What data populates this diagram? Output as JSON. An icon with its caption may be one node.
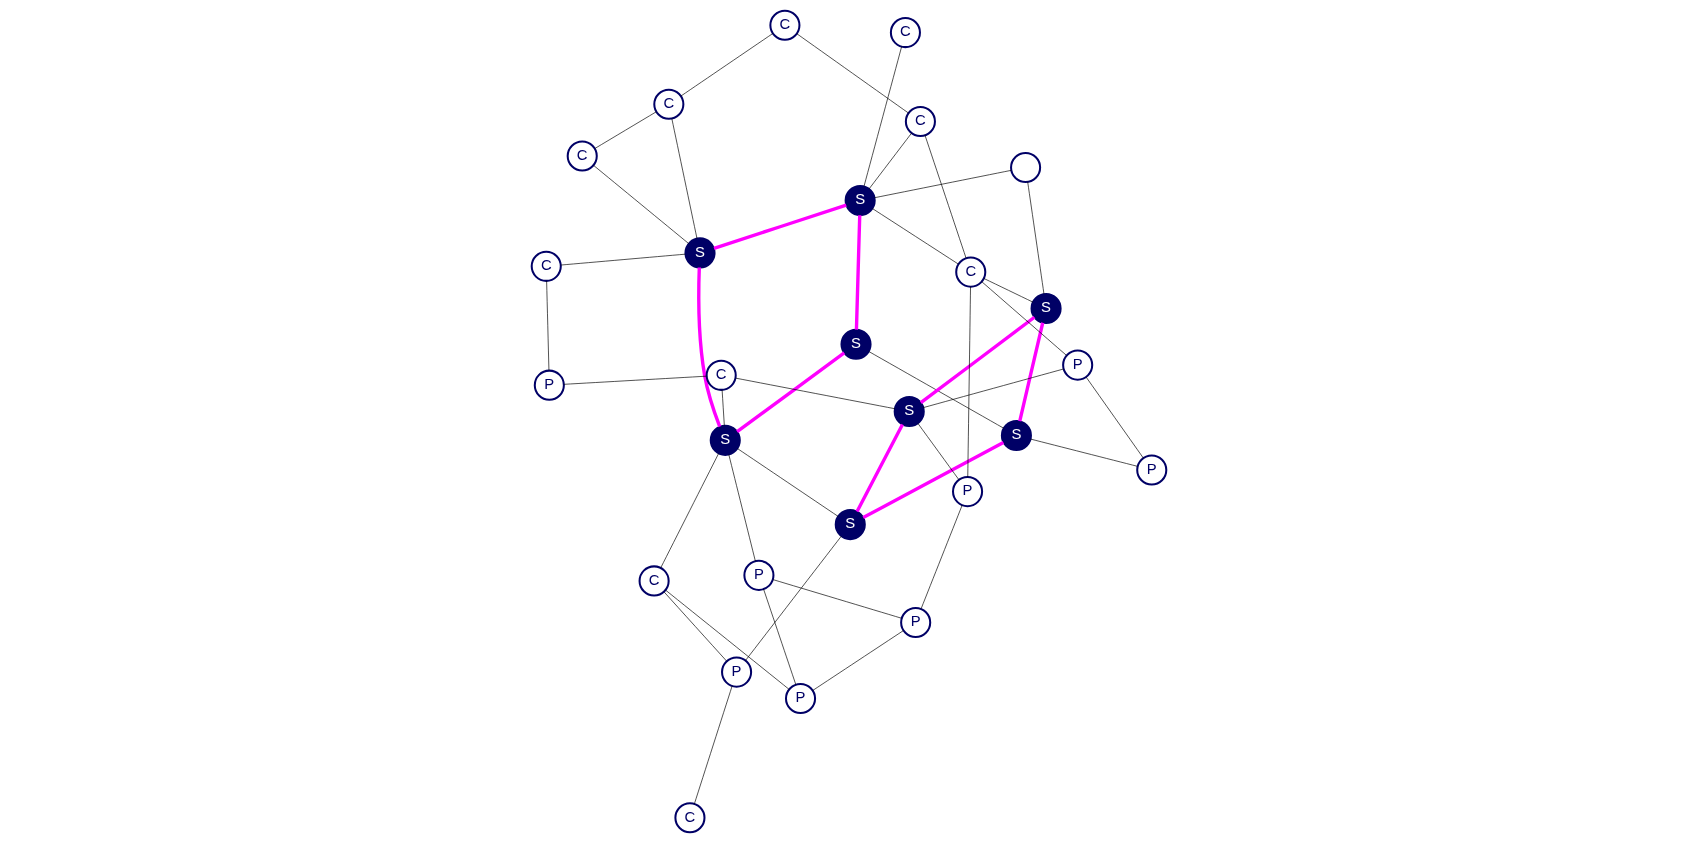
{
  "diagram": {
    "nodes": [
      {
        "text": [
          "P"
        ]
      },
      {
        "text": [
          "S"
        ]
      },
      {
        "text": [
          "S"
        ]
      },
      {
        "text": [
          "S"
        ]
      },
      {
        "text": [
          "P"
        ]
      },
      {
        "text": [
          "P"
        ]
      },
      {
        "text": [
          "S"
        ]
      },
      {
        "text": [
          "S"
        ]
      },
      {
        "text": [
          "S"
        ]
      },
      {
        "text": [
          "P"
        ]
      },
      {
        "text": [
          "P"
        ]
      },
      {
        "text": [
          "S"
        ]
      },
      {
        "text": [
          "S"
        ]
      },
      {
        "text": [],
        "shape": "circle"
      },
      {
        "text": [
          "C"
        ]
      },
      {
        "text": [
          "C"
        ]
      },
      {
        "text": [
          "C"
        ]
      },
      {
        "text": [
          "C"
        ]
      },
      {
        "text": [
          "C"
        ]
      },
      {
        "text": [
          "C"
        ]
      },
      {
        "text": [
          "P"
        ]
      },
      {
        "text": [
          "C"
        ]
      },
      {
        "text": [
          "C"
        ]
      },
      {
        "text": [
          "C"
        ]
      },
      {
        "text": [
          "C"
        ]
      },
      {
        "text": [
          "P"
        ]
      },
      {
        "text": [
          "P"
        ]
      }
    ],
    "edges": [
      {
        "from": 2,
        "to": 3,
        "arrow": "none",
        "style": "thick",
        "color": "#ff00ff"
      },
      {
        "from": 1,
        "to": 6,
        "arrow": "none",
        "style": "thick",
        "color": "#ff00ff"
      },
      {
        "from": 2,
        "to": 7,
        "arrow": "none",
        "style": "thick",
        "color": "#ff00ff"
      },
      {
        "from": 6,
        "to": 11,
        "arrow": "none",
        "style": "thick",
        "color": "#ff00ff"
      },
      {
        "from": 3,
        "to": 8,
        "arrow": "none",
        "style": "thick",
        "color": "#ff00ff"
      },
      {
        "from": 7,
        "to": 8,
        "arrow": "none",
        "style": "thick",
        "color": "#ff00ff"
      },
      {
        "from": 1,
        "to": 12,
        "arrow": "none",
        "style": "thick",
        "color": "#ff00ff"
      },
      {
        "from": 11,
        "to": 12,
        "arrow": "none",
        "style": "thick",
        "color": "#ff00ff"
      },
      {
        "from": 0,
        "to": 5,
        "arrow": "none"
      },
      {
        "from": 0,
        "to": 8,
        "arrow": "none"
      },
      {
        "from": 0,
        "to": 9,
        "arrow": "none"
      },
      {
        "from": 5,
        "to": 9,
        "arrow": "none"
      },
      {
        "from": 5,
        "to": 10,
        "arrow": "none"
      },
      {
        "from": 2,
        "to": 14,
        "arrow": "none"
      },
      {
        "from": 2,
        "to": 15,
        "arrow": "none"
      },
      {
        "from": 2,
        "to": 16,
        "arrow": "none"
      },
      {
        "from": 2,
        "to": 13,
        "arrow": "none"
      },
      {
        "from": 6,
        "to": 13,
        "arrow": "none"
      },
      {
        "from": 6,
        "to": 15,
        "arrow": "none"
      },
      {
        "from": 10,
        "to": 11,
        "arrow": "none"
      },
      {
        "from": 10,
        "to": 15,
        "arrow": "none"
      },
      {
        "from": 15,
        "to": 16,
        "arrow": "none"
      },
      {
        "from": 16,
        "to": 17,
        "arrow": "none"
      },
      {
        "from": 17,
        "to": 18,
        "arrow": "none"
      },
      {
        "from": 18,
        "to": 19,
        "arrow": "none"
      },
      {
        "from": 15,
        "to": 26,
        "arrow": "none"
      },
      {
        "from": 11,
        "to": 26,
        "arrow": "none"
      },
      {
        "from": 7,
        "to": 18,
        "arrow": "none"
      },
      {
        "from": 7,
        "to": 19,
        "arrow": "none"
      },
      {
        "from": 7,
        "to": 21,
        "arrow": "none"
      },
      {
        "from": 11,
        "to": 22,
        "arrow": "none"
      },
      {
        "from": 26,
        "to": 20,
        "arrow": "none"
      },
      {
        "from": 1,
        "to": 20,
        "arrow": "none"
      },
      {
        "from": 21,
        "to": 25,
        "arrow": "none"
      },
      {
        "from": 22,
        "to": 25,
        "arrow": "none"
      },
      {
        "from": 8,
        "to": 22,
        "arrow": "none"
      },
      {
        "from": 8,
        "to": 12,
        "arrow": "none"
      },
      {
        "from": 8,
        "to": 23,
        "arrow": "none"
      },
      {
        "from": 1,
        "to": 3,
        "arrow": "none"
      },
      {
        "from": 4,
        "to": 12,
        "arrow": "none"
      },
      {
        "from": 4,
        "to": 23,
        "arrow": "none"
      },
      {
        "from": 4,
        "to": 24,
        "arrow": "none"
      },
      {
        "from": 9,
        "to": 23,
        "arrow": "none"
      }
    ]
  }
}
